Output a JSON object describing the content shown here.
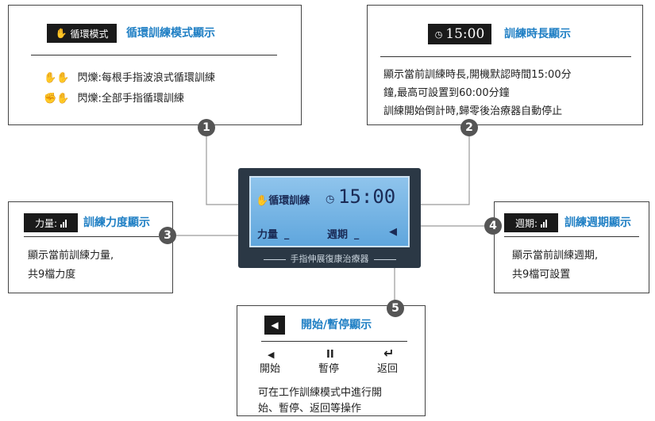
{
  "box1": {
    "tag": "循環模式",
    "title": "循環訓練模式顯示",
    "line1": "閃爍:每根手指波浪式循環訓練",
    "line2": "閃爍:全部手指循環訓練"
  },
  "box2": {
    "tag": "15:00",
    "title": "訓練時長顯示",
    "line1": "顯示當前訓練時長,開機默認時間15:00分",
    "line2": "鐘,最高可設置到60:00分鐘",
    "line3": "訓練開始倒計時,歸零後治療器自動停止"
  },
  "box3": {
    "tag": "力量:",
    "title": "訓練力度顯示",
    "line1": "顯示當前訓練力量,",
    "line2": "共9檔力度"
  },
  "box4": {
    "tag": "週期:",
    "title": "訓練週期顯示",
    "line1": "顯示當前訓練週期,",
    "line2": "共9檔可設置"
  },
  "box5": {
    "title": "開始/暫停顯示",
    "start": "開始",
    "pause": "暫停",
    "back": "返回",
    "line1": "可在工作訓練模式中進行開",
    "line2": "始、暫停、返回等操作"
  },
  "device": {
    "mode": "循環訓練",
    "time": "15:00",
    "force": "力量",
    "period": "週期",
    "label": "手指伸展復康治療器"
  },
  "markers": [
    "1",
    "2",
    "3",
    "4",
    "5"
  ],
  "colors": {
    "accent": "#1f7fc4",
    "marker": "#555555",
    "screen": "#7fb8e6"
  }
}
